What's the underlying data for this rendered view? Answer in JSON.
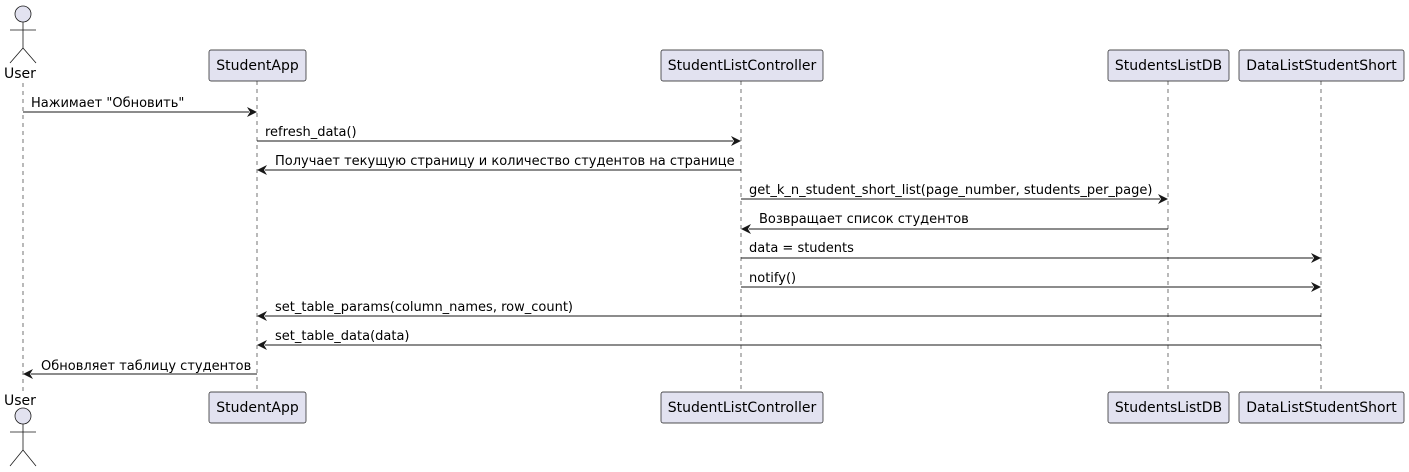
{
  "actor": {
    "label": "User"
  },
  "participants": [
    {
      "id": "app",
      "label": "StudentApp"
    },
    {
      "id": "ctrl",
      "label": "StudentListController"
    },
    {
      "id": "db",
      "label": "StudentsListDB"
    },
    {
      "id": "dl",
      "label": "DataListStudentShort"
    }
  ],
  "messages": [
    {
      "from": "user",
      "to": "app",
      "text": "Нажимает \"Обновить\""
    },
    {
      "from": "app",
      "to": "ctrl",
      "text": "refresh_data()"
    },
    {
      "from": "ctrl",
      "to": "app",
      "text": "Получает текущую страницу и количество студентов на странице"
    },
    {
      "from": "ctrl",
      "to": "db",
      "text": "get_k_n_student_short_list(page_number, students_per_page)"
    },
    {
      "from": "db",
      "to": "ctrl",
      "text": "Возвращает список студентов"
    },
    {
      "from": "ctrl",
      "to": "dl",
      "text": "data = students"
    },
    {
      "from": "ctrl",
      "to": "dl",
      "text": "notify()"
    },
    {
      "from": "dl",
      "to": "app",
      "text": "set_table_params(column_names, row_count)"
    },
    {
      "from": "dl",
      "to": "app",
      "text": "set_table_data(data)"
    },
    {
      "from": "app",
      "to": "user",
      "text": "Обновляет таблицу студентов"
    }
  ],
  "colors": {
    "participant_fill": "#e2e2f0",
    "stroke": "#181818"
  }
}
